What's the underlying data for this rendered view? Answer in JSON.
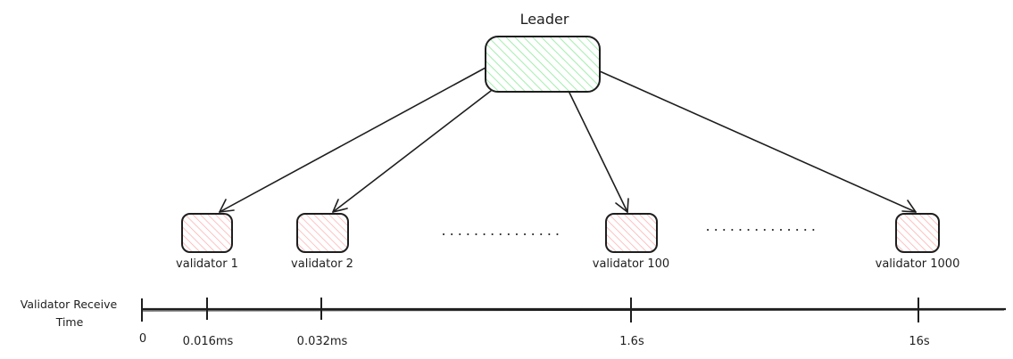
{
  "leader": {
    "label": "Leader"
  },
  "validators": [
    {
      "label": "validator 1"
    },
    {
      "label": "validator 2"
    },
    {
      "label": "validator 100"
    },
    {
      "label": "validator 1000"
    }
  ],
  "timeline": {
    "title_line1": "Validator Receive",
    "title_line2": "Time",
    "ticks": [
      {
        "label": "0"
      },
      {
        "label": "0.016ms"
      },
      {
        "label": "0.032ms"
      },
      {
        "label": "1.6s"
      },
      {
        "label": "16s"
      }
    ]
  },
  "colors": {
    "stroke": "#1e1e1e",
    "leader_fill": "#b2f2bb",
    "leader_hatch": "#8ce99a",
    "validator_fill": "#ffc9c9",
    "validator_hatch": "#ffa8a8"
  }
}
